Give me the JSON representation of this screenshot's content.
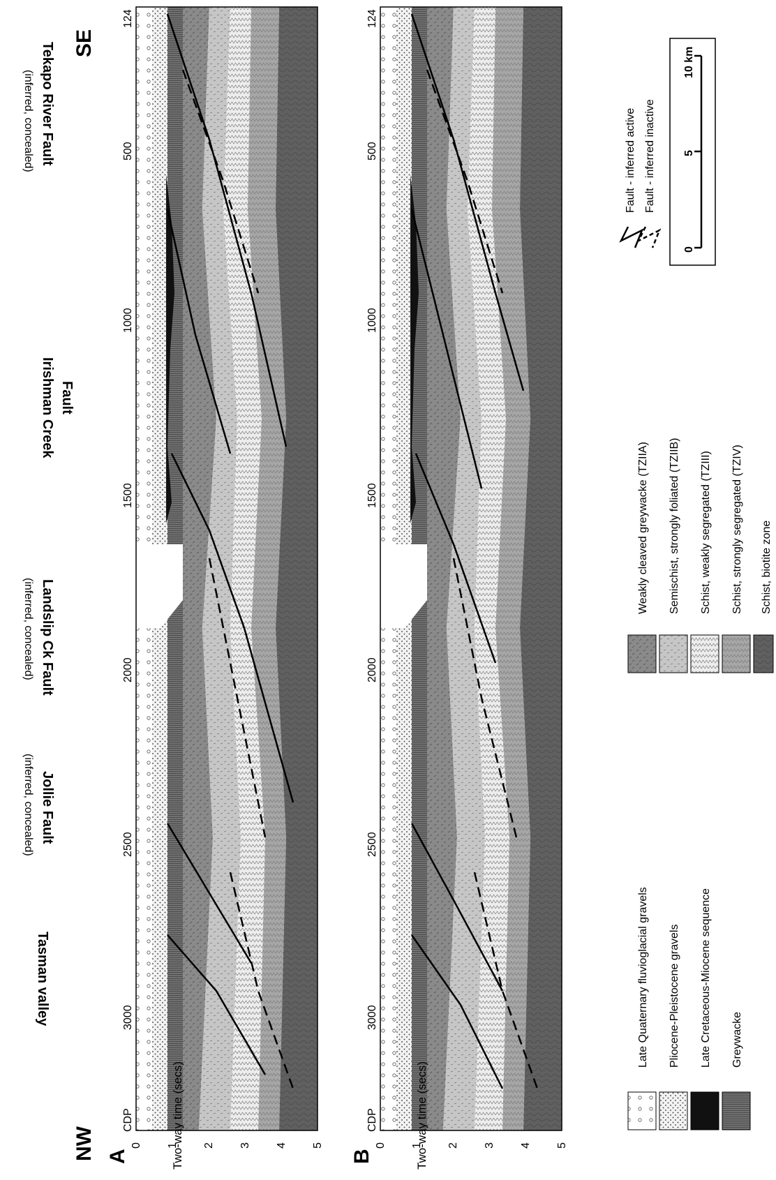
{
  "compass": {
    "nw": "NW",
    "se": "SE"
  },
  "panels": [
    {
      "letter": "A",
      "cdp_label": "CDP",
      "axis_label": "Two-way time (secs)"
    },
    {
      "letter": "B",
      "cdp_label": "CDP",
      "axis_label": "Two-way time (secs)"
    }
  ],
  "time_ticks": [
    "0",
    "1",
    "2",
    "3",
    "4",
    "5"
  ],
  "cdp_ticks": [
    "124",
    "500",
    "1000",
    "1500",
    "2000",
    "2500",
    "3000"
  ],
  "faults": [
    {
      "name": "Tasman valley",
      "note": ""
    },
    {
      "name": "Jollie Fault",
      "note": "(inferred, concealed)"
    },
    {
      "name": "Landslip Ck Fault",
      "note": "(inferred, concealed)"
    },
    {
      "name": "Irishman Creek",
      "name2": "Fault",
      "note": ""
    },
    {
      "name": "Tekapo River Fault",
      "note": "(inferred, concealed)"
    }
  ],
  "legend_left": [
    "Late Quaternary fluvioglacial gravels",
    "Pliocene-Pleistocene gravels",
    "Late Cretaceous-Miocene sequence",
    "Greywacke"
  ],
  "legend_middle": [
    "Weakly cleaved greywacke (TZIIA)",
    "Semischist, strongly foliated (TZIIB)",
    "Schist, weakly segregated (TZIII)",
    "Schist, strongly segregated (TZIV)",
    "Schist, biotite zone"
  ],
  "legend_fault": [
    "Fault - inferred active",
    "Fault - inferred inactive"
  ],
  "scale": {
    "ticks": [
      "0",
      "5",
      "10 km"
    ]
  },
  "colors": {
    "greywacke": "#6f6f6f",
    "tziia": "#8a8a8a",
    "tziib": "#c4c4c4",
    "tziii": "#ebebeb",
    "tziv": "#a6a6a6",
    "biotite": "#5e5e5e",
    "sediment": "#111111"
  }
}
